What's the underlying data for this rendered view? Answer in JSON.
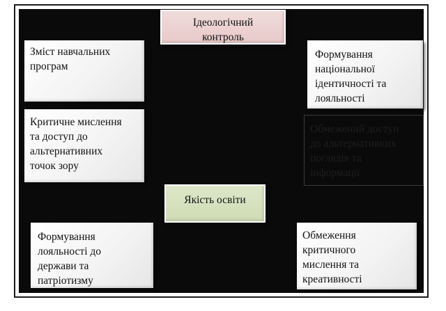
{
  "diagram": {
    "center_top": [
      "Ідеологічний",
      "контроль"
    ],
    "center_bottom": [
      "Якість освіти"
    ],
    "nodes": {
      "curriculum": [
        "Зміст навчальних",
        "програм"
      ],
      "critical_thinking": [
        "Критичне мислення",
        "та доступ до",
        "альтернативних",
        "точок зору"
      ],
      "loyalty_patriotism": [
        "Формування",
        "лояльності до",
        "держави та",
        "патріотизму"
      ],
      "identity": [
        "Формування",
        "національної",
        "ідентичності та",
        "лояльності"
      ],
      "limited_critical": [
        "Обмеження",
        "критичного",
        "мислення та",
        "креативності"
      ],
      "limited_access": [
        "Обмежений доступ",
        "до альтернативних",
        "поглядів та",
        "інформації"
      ]
    },
    "colors": {
      "background": "#0a0a0a",
      "top_fill": "#e8c9c9",
      "bottom_fill": "#cfdcb5",
      "node_fill": "#f4f4f4"
    }
  }
}
